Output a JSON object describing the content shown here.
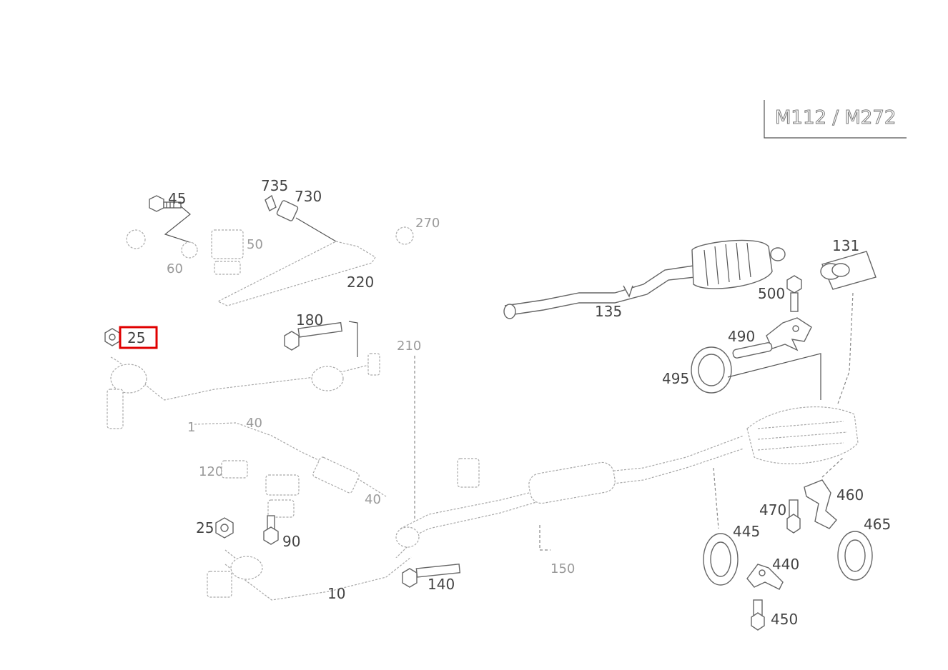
{
  "model_badge": {
    "text": "M112 / M272"
  },
  "highlighted_part": "25",
  "colors": {
    "highlight": "#e00000",
    "line": "#666666",
    "faint": "#a9a9a9"
  },
  "labels": {
    "p45": "45",
    "p735": "735",
    "p730": "730",
    "p220": "220",
    "p180": "180",
    "p25_top": "25",
    "p135": "135",
    "p131": "131",
    "p500": "500",
    "p490": "490",
    "p495": "495",
    "p460": "460",
    "p470": "470",
    "p465": "465",
    "p445": "445",
    "p440": "440",
    "p450": "450",
    "p25_bottom": "25",
    "p90": "90",
    "p140": "140",
    "p10": "10"
  },
  "faint_labels": {
    "f270": "270",
    "f210": "210",
    "f1": "1",
    "f40": "40",
    "f120": "120",
    "f150": "150",
    "f60": "60",
    "f50": "50",
    "f40b": "40"
  }
}
